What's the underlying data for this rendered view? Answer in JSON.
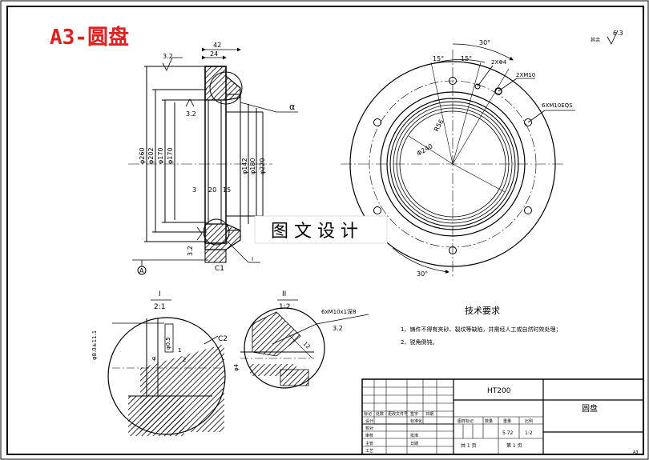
{
  "title_overlay": "A3-圆盘",
  "watermark": "图 文 设 计",
  "section_view": {
    "dims": [
      "42",
      "24",
      "3.2",
      "3.2",
      "φ260",
      "φ202",
      "φ170",
      "φ170",
      "φ142",
      "φ180",
      "φ220",
      "3",
      "20",
      "15",
      "3.2",
      "C1",
      "α",
      "I"
    ],
    "datum": "A"
  },
  "plan_view": {
    "dims": [
      "30°",
      "15°",
      "15°",
      "2XΦ4",
      "2XM10",
      "6XM10EQS",
      "R56",
      "Φ240",
      "30°"
    ],
    "roughness": {
      "value": "6.3",
      "note": "其余"
    }
  },
  "detail_I": {
    "label": "I",
    "scale": "2:1",
    "dims": [
      "C2",
      "φ0.5",
      "1",
      "φ",
      "2"
    ],
    "side": "φ8.0±11.1"
  },
  "detail_II": {
    "label": "II",
    "scale": "1:2",
    "dims": [
      "6xM10x1深8",
      "3.2",
      "12",
      "φ4"
    ]
  },
  "tech_req": {
    "title": "技术要求",
    "items": [
      "1、铸件不得有夹砂、裂纹等缺陷，并需经人工或自然时效处理；",
      "2、锐角倒钝。"
    ]
  },
  "title_block": {
    "material": "HT200",
    "part_name": "圆盘",
    "labels": [
      "标记",
      "处数",
      "更改文件号",
      "签字",
      "日期",
      "设计",
      "标准化",
      "校对",
      "审核",
      "主管",
      "工艺",
      "批准",
      "日期"
    ],
    "stage_labels": [
      "图样标记",
      "数量",
      "重量",
      "比例"
    ],
    "weight": "5.72",
    "scale": "1:2",
    "sheets_total": "共 1 页",
    "sheet_num": "第 1 页",
    "format": "A3"
  }
}
